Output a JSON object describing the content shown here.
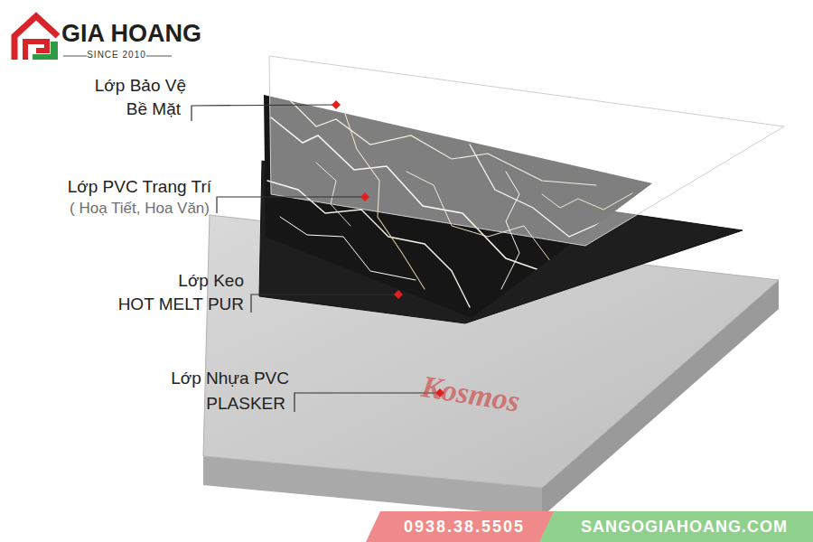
{
  "diagram": {
    "nodes": [
      {
        "text": [
          "0938.38.5505"
        ]
      },
      {
        "text": [
          "SANGOGIAHOANG.COM"
        ]
      }
    ],
    "labels": [
      "GIA HOANG",
      "SINCE 2010",
      "Lớp Bảo Vệ",
      "Bề Mặt",
      "Lớp PVC Trang Trí",
      "( Hoạ Tiết, Hoa Văn)",
      "Lớp Keo",
      "HOT MELT PUR",
      "Lớp Nhựa PVC",
      "PLASKER",
      "Kosmos"
    ]
  }
}
